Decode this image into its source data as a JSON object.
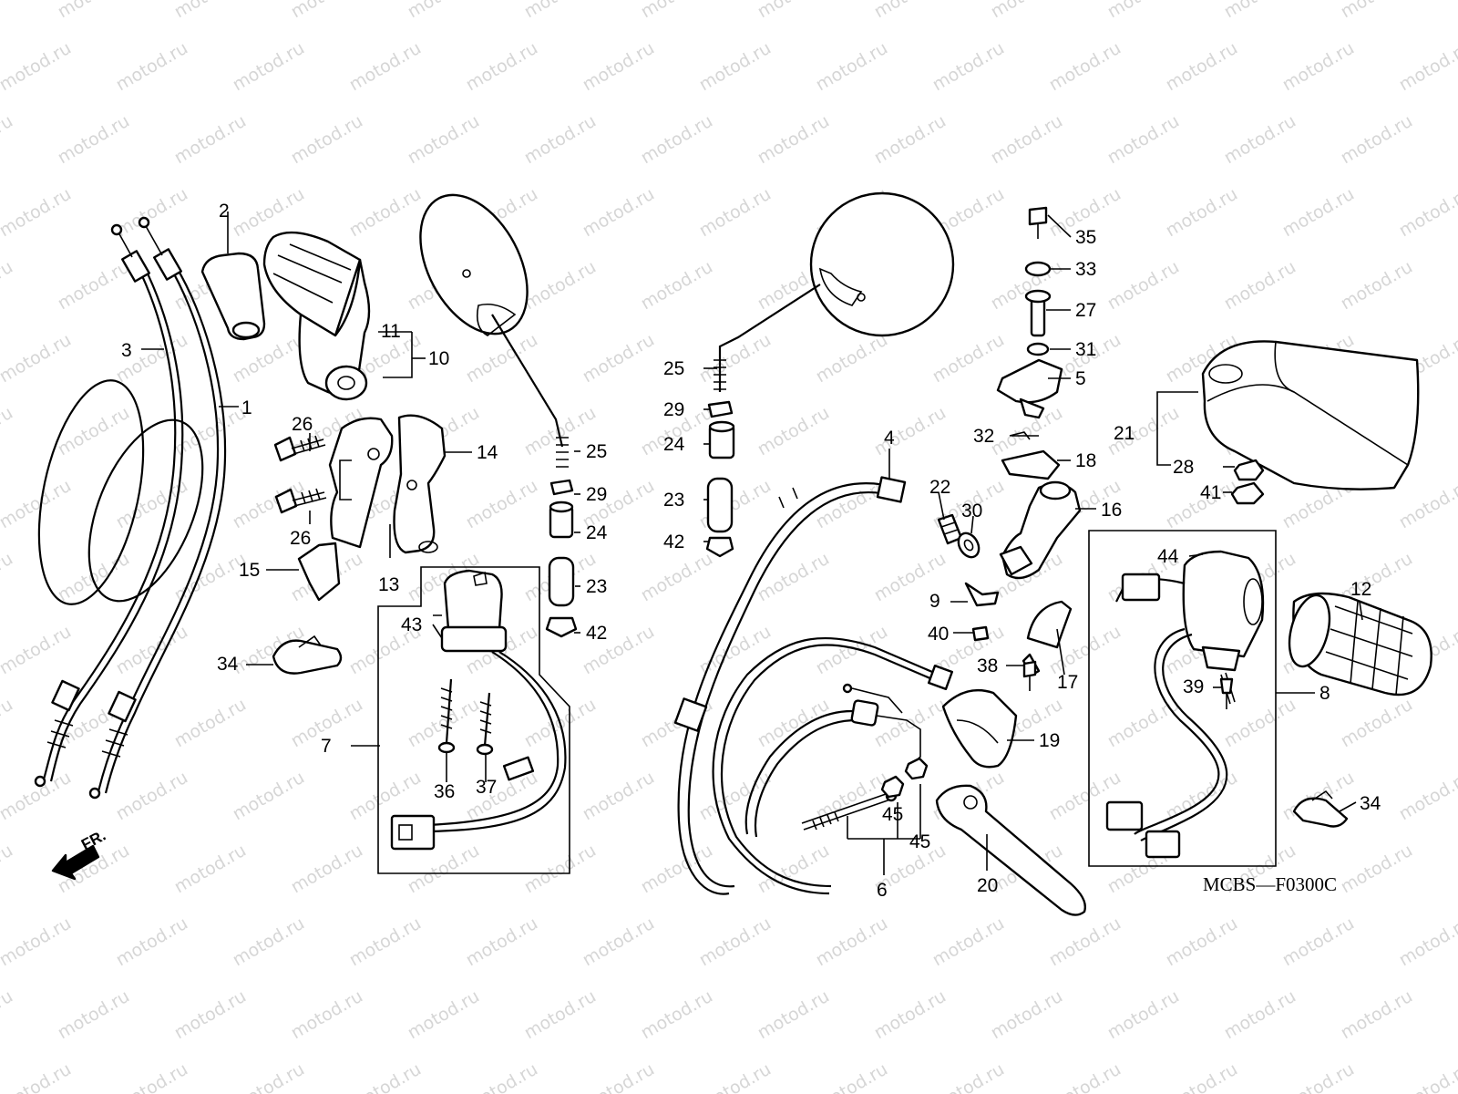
{
  "watermark": "motod.ru",
  "diagram_code": "MCBS—F0300C",
  "front_indicator": "FR.",
  "callouts": {
    "c1": "1",
    "c2": "2",
    "c3": "3",
    "c4": "4",
    "c5": "5",
    "c6": "6",
    "c7": "7",
    "c8": "8",
    "c9": "9",
    "c10": "10",
    "c11": "11",
    "c12": "12",
    "c13": "13",
    "c14": "14",
    "c15": "15",
    "c16": "16",
    "c17": "17",
    "c18": "18",
    "c19": "19",
    "c20": "20",
    "c21": "21",
    "c22": "22",
    "c23": "23",
    "c24": "24",
    "c25": "25",
    "c26": "26",
    "c27": "27",
    "c28": "28",
    "c29": "29",
    "c30": "30",
    "c31": "31",
    "c32": "32",
    "c33": "33",
    "c34": "34",
    "c35": "35",
    "c36": "36",
    "c37": "37",
    "c38": "38",
    "c39": "39",
    "c40": "40",
    "c41": "41",
    "c42": "42",
    "c43": "43",
    "c44": "44",
    "c45": "45"
  }
}
